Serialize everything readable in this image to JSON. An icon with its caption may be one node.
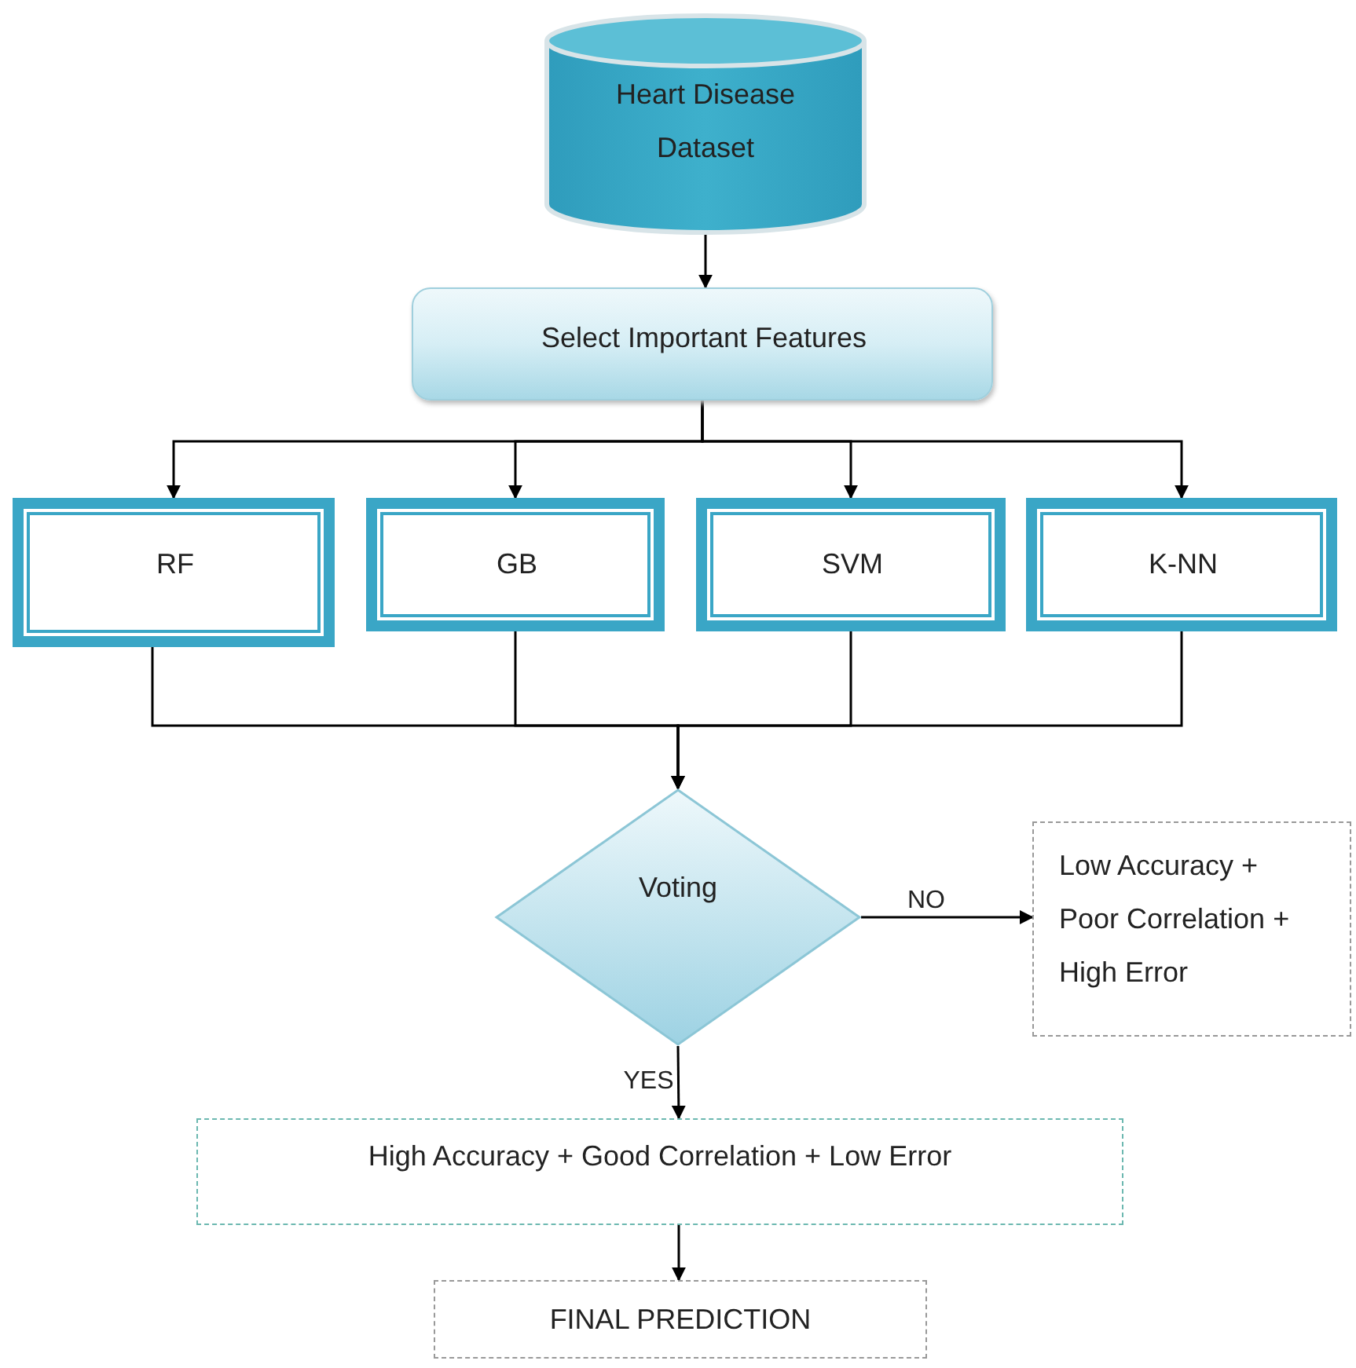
{
  "diagram": {
    "nodes": [
      {
        "text": [
          "Heart Disease Dataset"
        ]
      },
      {
        "text": [
          "Select Important Features"
        ]
      },
      {
        "text": [
          "RF"
        ]
      },
      {
        "text": [
          "GB"
        ]
      },
      {
        "text": [
          "SVM"
        ]
      },
      {
        "text": [
          "K-NN"
        ]
      },
      {
        "text": [
          "Voting"
        ]
      },
      {
        "text": [
          "Low Accuracy + Poor Correlation + High Error"
        ]
      },
      {
        "text": [
          "High Accuracy + Good Correlation + Low Error"
        ]
      },
      {
        "text": [
          "FINAL PREDICTION"
        ]
      }
    ],
    "edges": [
      {
        "from": 0,
        "to": 1,
        "arrow": "to"
      },
      {
        "from": 1,
        "to": 2,
        "arrow": "to"
      },
      {
        "from": 1,
        "to": 3,
        "arrow": "to"
      },
      {
        "from": 1,
        "to": 4,
        "arrow": "to"
      },
      {
        "from": 1,
        "to": 5,
        "arrow": "to"
      },
      {
        "from": 2,
        "to": 6,
        "arrow": "to"
      },
      {
        "from": 3,
        "to": 6,
        "arrow": "to"
      },
      {
        "from": 4,
        "to": 6,
        "arrow": "to"
      },
      {
        "from": 5,
        "to": 6,
        "arrow": "to"
      },
      {
        "from": 6,
        "to": 7,
        "arrow": "to",
        "label": "NO"
      },
      {
        "from": 6,
        "to": 8,
        "arrow": "to",
        "label": "YES"
      },
      {
        "from": 8,
        "to": 9,
        "arrow": "to"
      }
    ]
  }
}
